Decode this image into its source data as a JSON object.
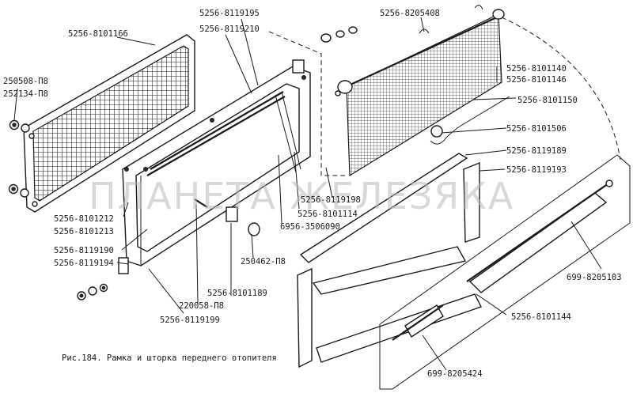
{
  "caption": "Рис.184. Рамка и шторка переднего отопителя",
  "watermark": "ПЛАНЕТА ЖЕЛЕЗЯКА",
  "labels": [
    {
      "id": "l1",
      "text": "5256-8101166"
    },
    {
      "id": "l2",
      "text": "250508-П8"
    },
    {
      "id": "l3",
      "text": "252134-П8"
    },
    {
      "id": "l4",
      "text": "5256-8119195"
    },
    {
      "id": "l5",
      "text": "5256-8119210"
    },
    {
      "id": "l6",
      "text": "5256-8205408"
    },
    {
      "id": "l7",
      "text": "5256-8101140"
    },
    {
      "id": "l8",
      "text": "5256-8101146"
    },
    {
      "id": "l9",
      "text": "5256-8101150"
    },
    {
      "id": "l10",
      "text": "5256-8101506"
    },
    {
      "id": "l11",
      "text": "5256-8119189"
    },
    {
      "id": "l12",
      "text": "5256-8119193"
    },
    {
      "id": "l13",
      "text": "5256-8119198"
    },
    {
      "id": "l14",
      "text": "5256-8101114"
    },
    {
      "id": "l15",
      "text": "6956-3506090"
    },
    {
      "id": "l16",
      "text": "5256-8101212"
    },
    {
      "id": "l17",
      "text": "5256-8101213"
    },
    {
      "id": "l18",
      "text": "5256-8119190"
    },
    {
      "id": "l19",
      "text": "5256-8119194"
    },
    {
      "id": "l20",
      "text": "250462-П8"
    },
    {
      "id": "l21",
      "text": "5256-8101189"
    },
    {
      "id": "l22",
      "text": "220058-П8"
    },
    {
      "id": "l23",
      "text": "5256-8119199"
    },
    {
      "id": "l24",
      "text": "699-8205103"
    },
    {
      "id": "l25",
      "text": "5256-8101144"
    },
    {
      "id": "l26",
      "text": "699-8205424"
    }
  ]
}
